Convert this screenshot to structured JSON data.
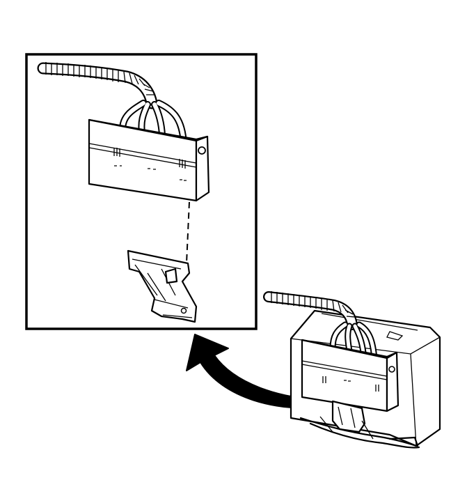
{
  "figure": {
    "type": "line-art technical illustration",
    "panels": [
      "detail-inset",
      "installed-view"
    ],
    "colors": {
      "line": "#000000",
      "background": "#ffffff"
    },
    "icons": [
      "wiring-harness-connector",
      "mounting-bracket",
      "curved-arrow",
      "housing"
    ]
  }
}
